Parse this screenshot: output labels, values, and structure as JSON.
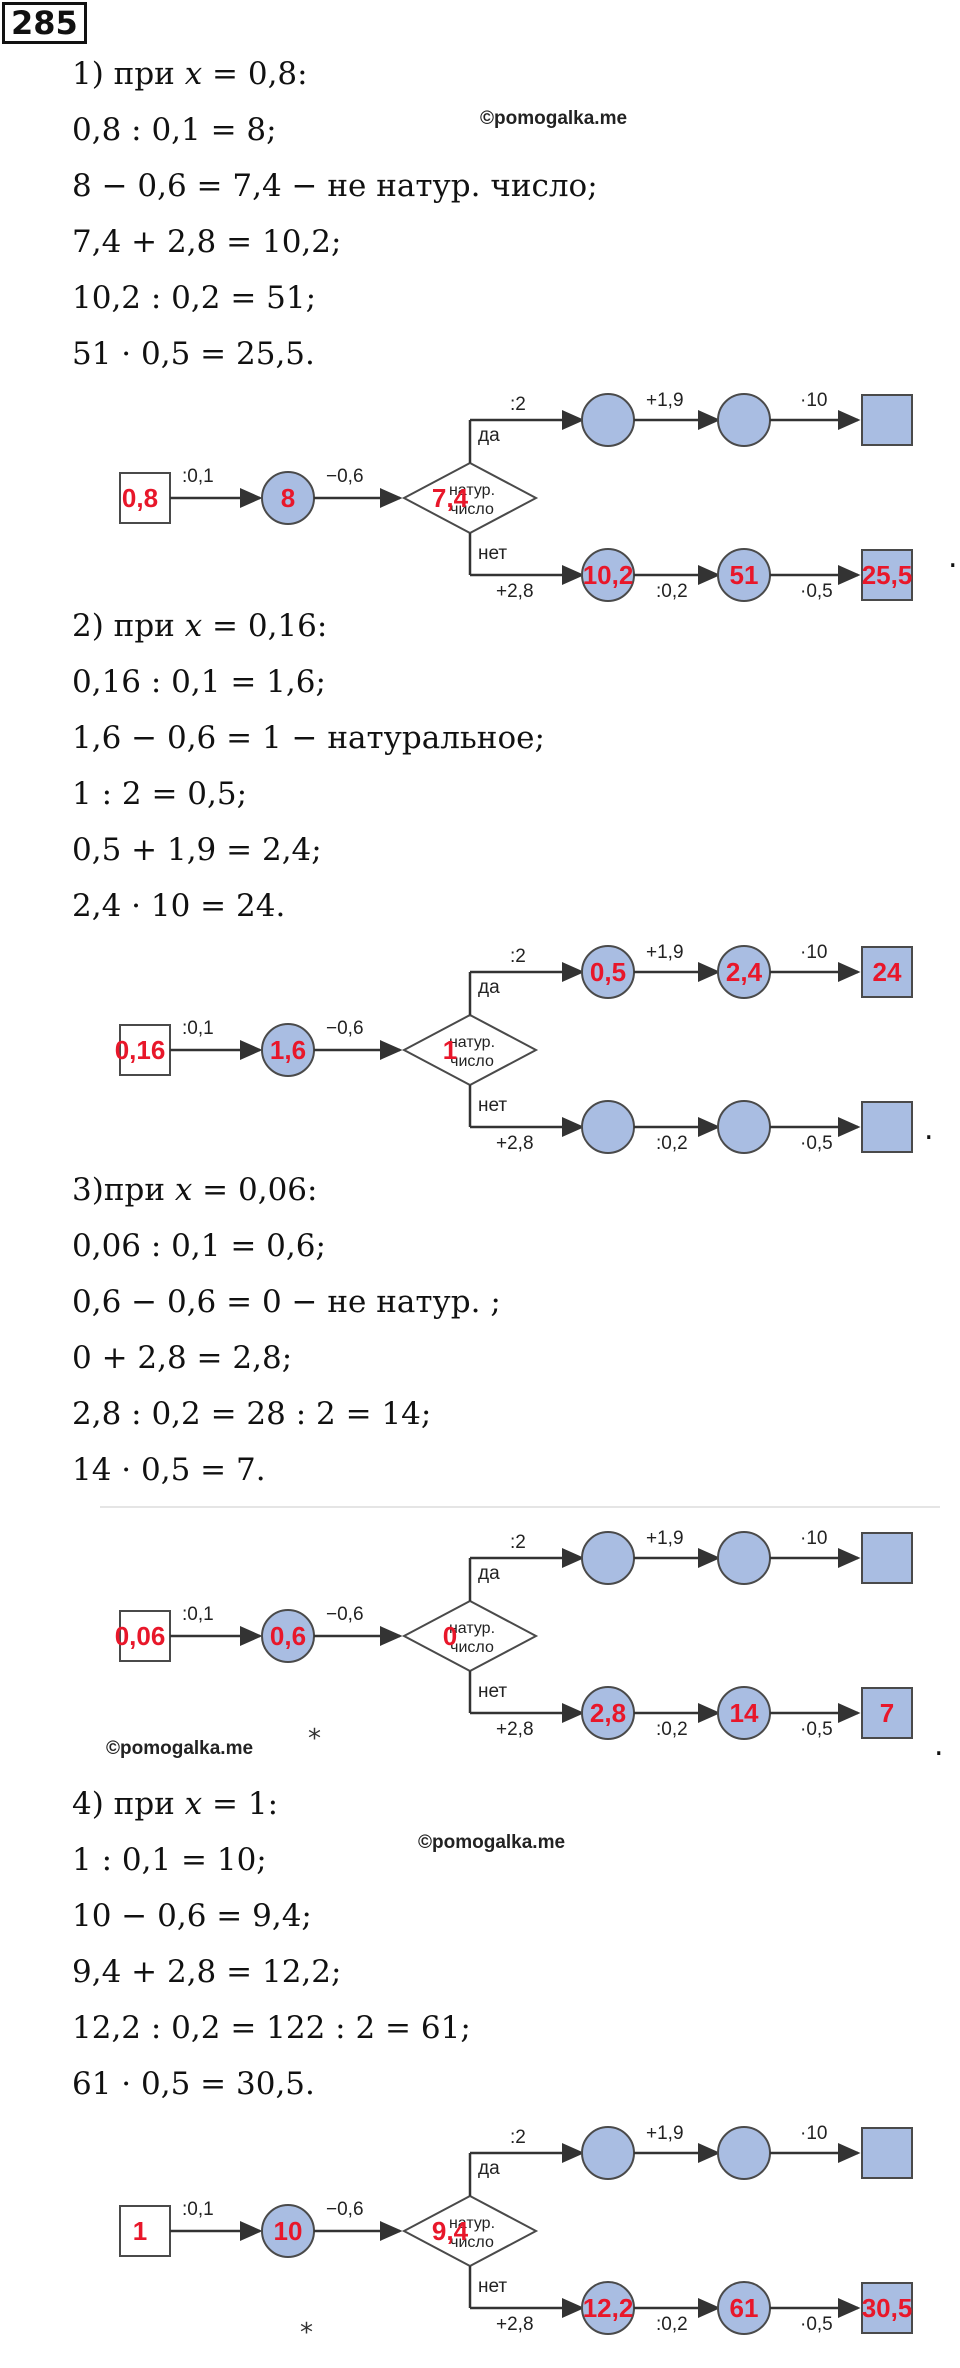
{
  "task_number": "285",
  "watermark": "©pomogalka.me",
  "star": "*",
  "end_dot": ".",
  "labels": {
    "yes": "да",
    "no": "нет",
    "natural_line1": "натур.",
    "natural_line2": "число",
    "op_div01": ":0,1",
    "op_minus06": "−0,6",
    "op_div2": ":2",
    "op_plus19": "+1,9",
    "op_mul10": "·10",
    "op_plus28": "+2,8",
    "op_div02": ":0,2",
    "op_mul05": "·0,5",
    "x_symbol": "x"
  },
  "sections": [
    {
      "lines": [
        "1) при 𝑥 = 0,8:",
        "0,8 : 0,1 = 8;",
        "8 − 0,6 = 7,4 − не натур. число;",
        "7,4 + 2,8 = 10,2;",
        "10,2 : 0,2 = 51;",
        "51 · 0,5 = 25,5."
      ],
      "diagram": {
        "input": "0,8",
        "after_div": "8",
        "diamond": "7,4",
        "yes1": "",
        "yes2": "",
        "yes3": "",
        "no1": "10,2",
        "no2": "51",
        "no3": "25,5"
      }
    },
    {
      "lines": [
        "2) при 𝑥 = 0,16:",
        "0,16 : 0,1 = 1,6;",
        "1,6 − 0,6 = 1 − натуральное;",
        "1 : 2 = 0,5;",
        "0,5 + 1,9 = 2,4;",
        "2,4 · 10 = 24."
      ],
      "diagram": {
        "input": "0,16",
        "after_div": "1,6",
        "diamond": "1",
        "yes1": "0,5",
        "yes2": "2,4",
        "yes3": "24",
        "no1": "",
        "no2": "",
        "no3": ""
      }
    },
    {
      "lines": [
        "3)при 𝑥 = 0,06:",
        "0,06 : 0,1 = 0,6;",
        "0,6 − 0,6 = 0 − не натур. ;",
        "0 + 2,8 = 2,8;",
        "2,8 : 0,2 = 28 : 2 = 14;",
        "14 · 0,5 = 7."
      ],
      "diagram": {
        "input": "0,06",
        "after_div": "0,6",
        "diamond": "0",
        "yes1": "",
        "yes2": "",
        "yes3": "",
        "no1": "2,8",
        "no2": "14",
        "no3": "7"
      }
    },
    {
      "lines": [
        "4) при 𝑥 = 1:",
        "1 : 0,1 = 10;",
        "10 − 0,6 = 9,4;",
        "9,4 + 2,8 = 12,2;",
        "12,2 : 0,2 = 122 : 2 = 61;",
        "61 · 0,5 = 30,5."
      ],
      "diagram": {
        "input": "1",
        "after_div": "10",
        "diamond": "9,4",
        "yes1": "",
        "yes2": "",
        "yes3": "",
        "no1": "12,2",
        "no2": "61",
        "no3": "30,5"
      }
    }
  ]
}
